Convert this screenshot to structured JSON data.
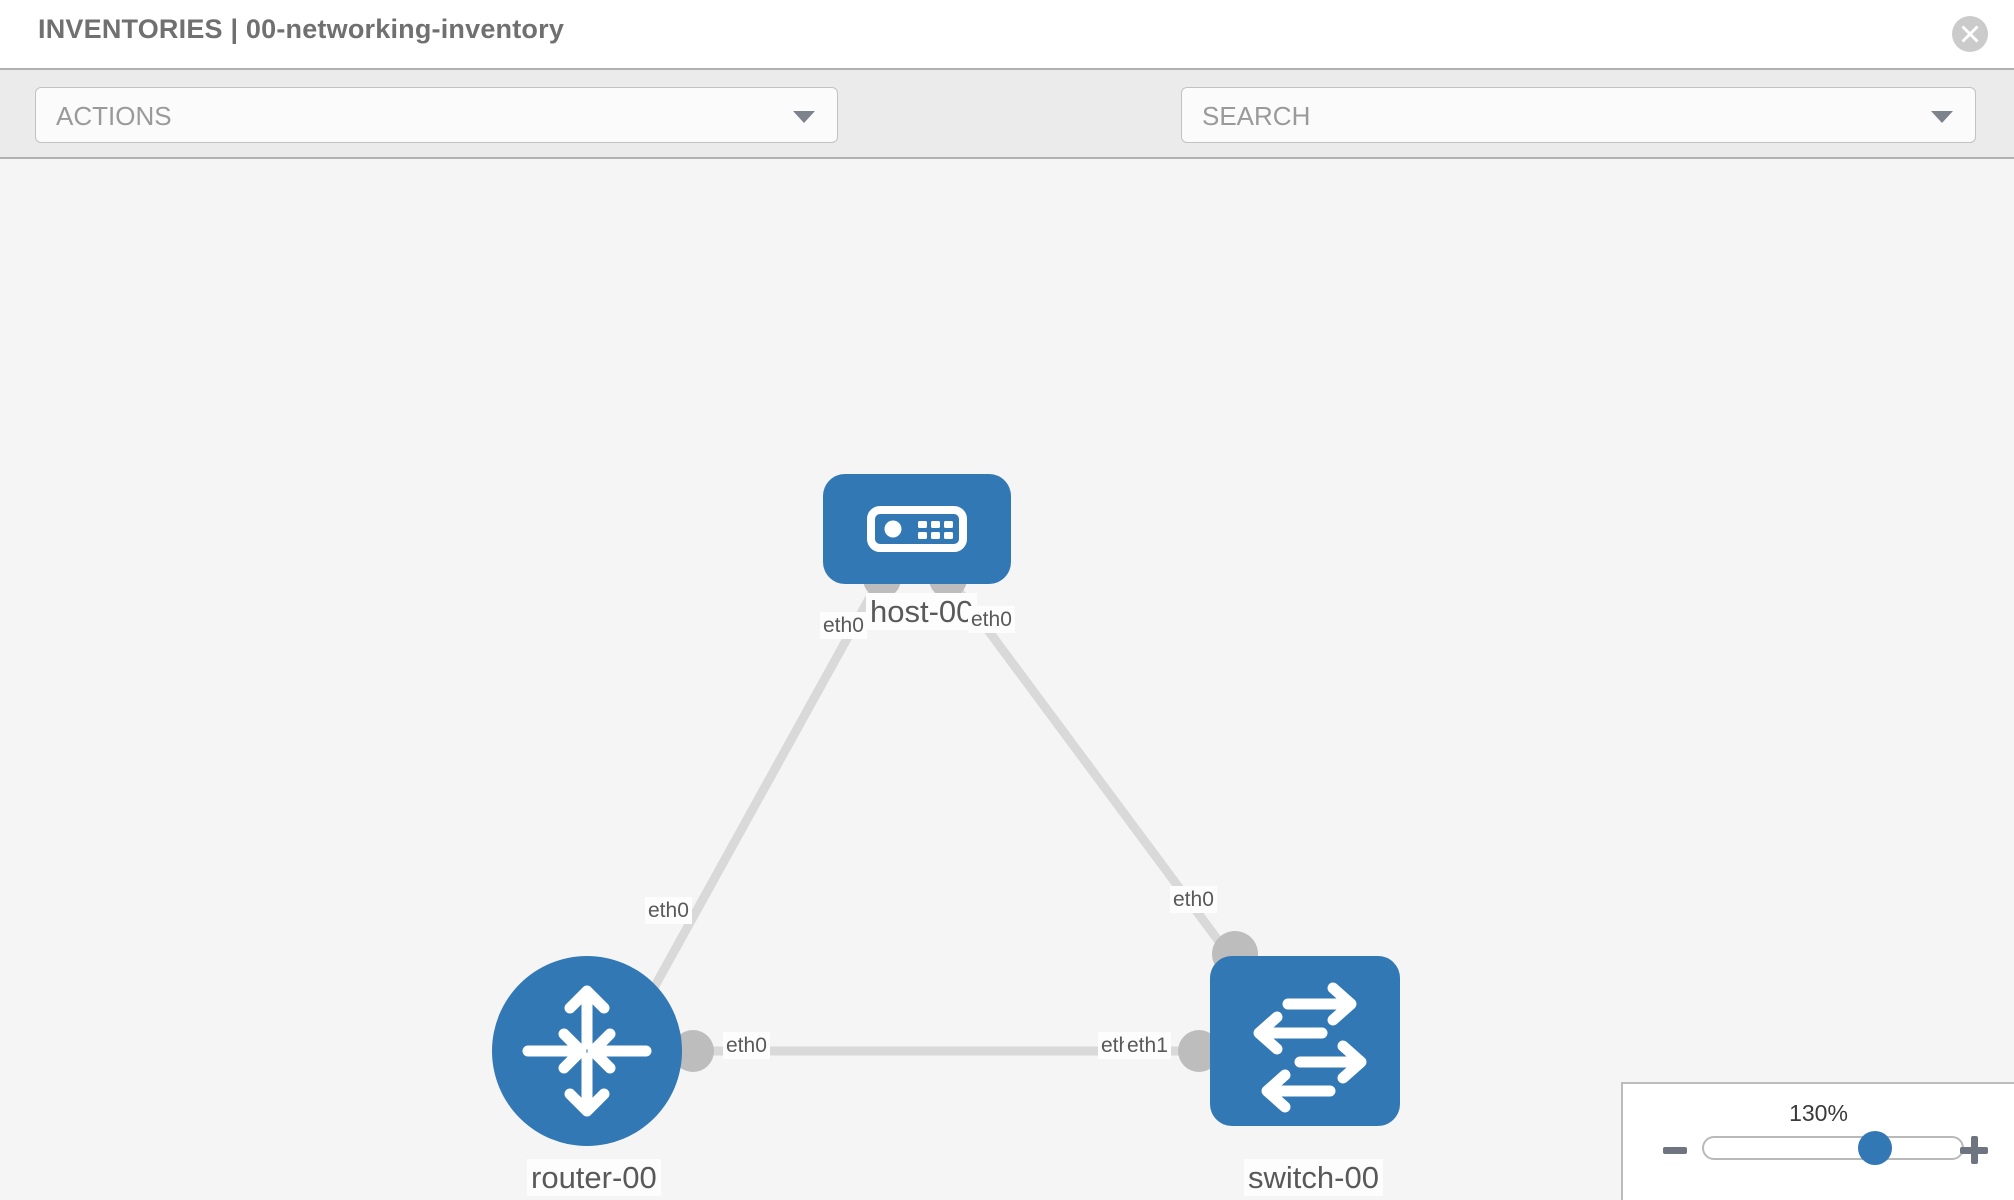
{
  "header": {
    "title": "INVENTORIES | 00-networking-inventory",
    "close_icon": "close-circle-icon"
  },
  "toolbar": {
    "actions_label": "ACTIONS",
    "actions_caret_icon": "chevron-down-icon",
    "wrench_icon": "wrench-icon",
    "key_icon": "key-icon",
    "search_placeholder": "SEARCH",
    "search_caret_icon": "chevron-down-icon"
  },
  "topology": {
    "nodes": [
      {
        "id": "host-00",
        "label": "host-00",
        "icon": "server-icon",
        "shape": "rounded-rect",
        "color": "#3178b5"
      },
      {
        "id": "router-00",
        "label": "router-00",
        "icon": "router-icon",
        "shape": "circle",
        "color": "#3178b5"
      },
      {
        "id": "switch-00",
        "label": "switch-00",
        "icon": "switch-icon",
        "shape": "rounded-rect",
        "color": "#3178b5"
      }
    ],
    "links": [
      {
        "from": "host-00",
        "to": "router-00",
        "from_interface": "eth0",
        "to_interface": "eth0"
      },
      {
        "from": "host-00",
        "to": "switch-00",
        "from_interface": "eth0",
        "to_interface": "eth0"
      },
      {
        "from": "router-00",
        "to": "switch-00",
        "from_interface": "eth0",
        "to_interface": "eth1",
        "to_interface_partial": "eth"
      }
    ],
    "link_color": "#d9d9d9",
    "connector_color": "#bdbdbd"
  },
  "zoom_control": {
    "percent": "130%",
    "minus_icon": "minus-icon",
    "plus_icon": "plus-icon",
    "slider_value": 130
  }
}
